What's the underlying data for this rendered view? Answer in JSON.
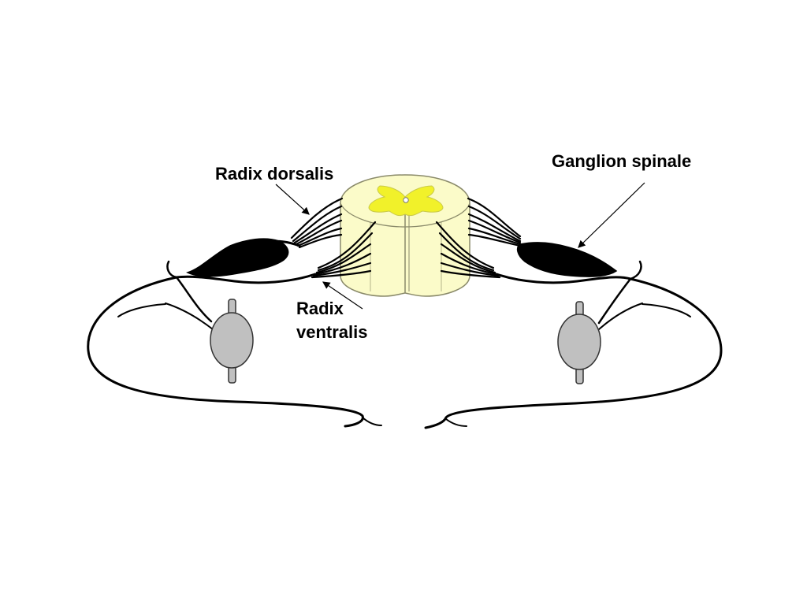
{
  "labels": {
    "radix_dorsalis": "Radix dorsalis",
    "ganglion_spinale": "Ganglion spinale",
    "radix_ventralis_line1": "Radix",
    "radix_ventralis_line2": "ventralis"
  },
  "colors": {
    "background": "#ffffff",
    "spinal_cord": "#fbfbc9",
    "grey_matter": "#f1f12a",
    "ganglion": "#000000",
    "sympathetic_ganglion": "#c0c0c0",
    "outline": "#000000"
  }
}
